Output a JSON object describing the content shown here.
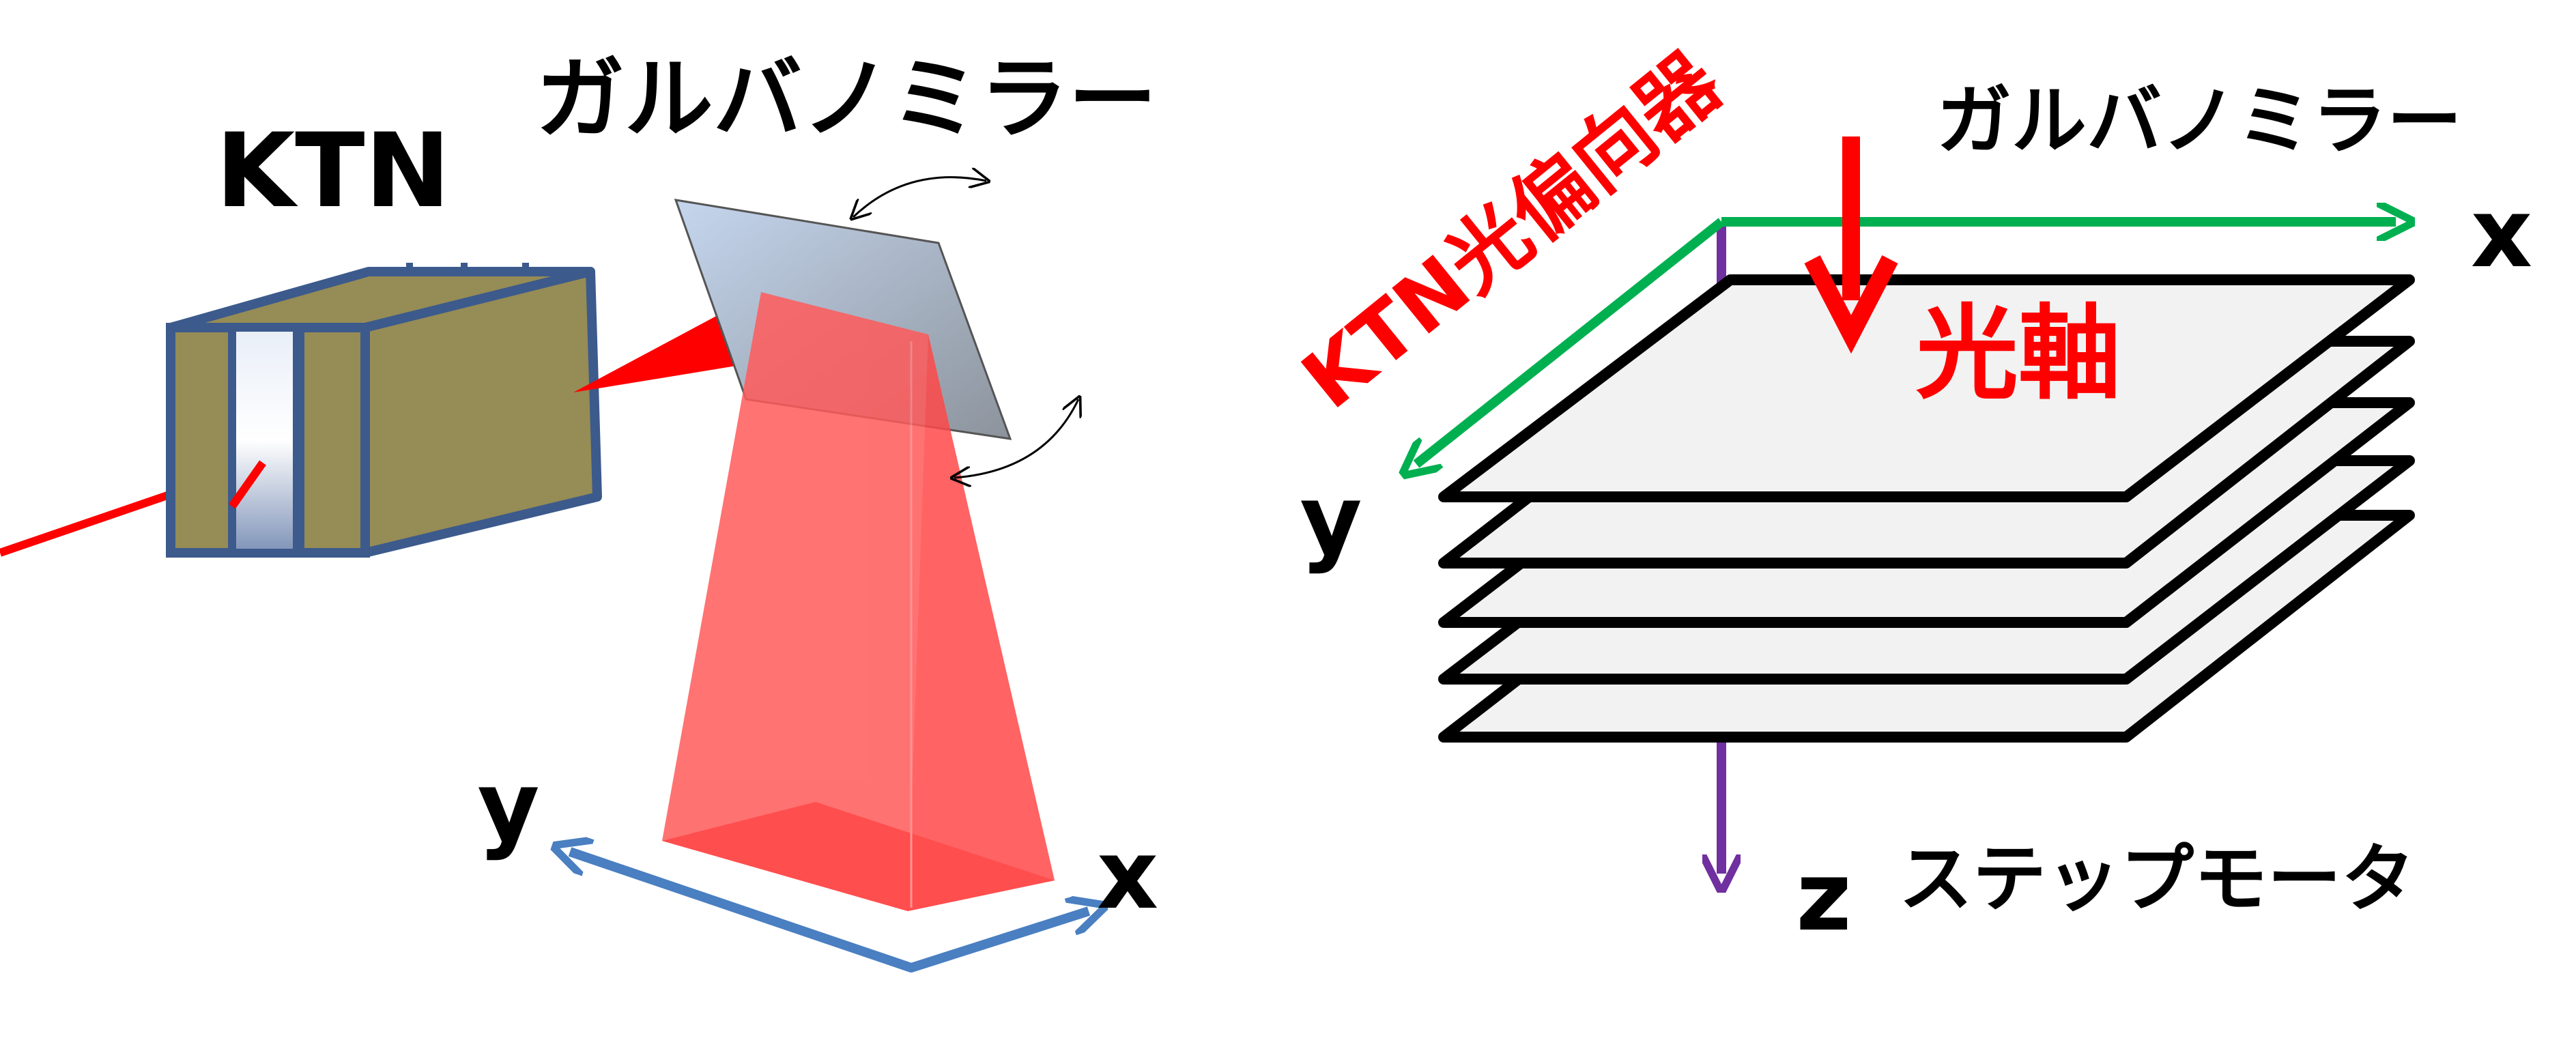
{
  "left_panel": {
    "ktn_label": "KTN",
    "galvano_label": "ガルバノミラー",
    "axis_x": "x",
    "axis_y": "y"
  },
  "right_panel": {
    "galvano_label": "ガルバノミラー",
    "ktn_deflector_label": "KTN光偏向器",
    "optical_axis_label": "光軸",
    "axis_x": "x",
    "axis_y": "y",
    "axis_z": "z",
    "stepper_label": "ステップモータ"
  },
  "colors": {
    "laser": "#ff0000",
    "beam_fill": "#ff5a5a",
    "crystal_fill": "#968c55",
    "crystal_edge": "#3c5a8c",
    "axis_blue": "#4a7fc1",
    "axis_green": "#00b050",
    "axis_purple": "#7030a0",
    "plate_fill": "#f2f2f2",
    "label_red": "#ff0000"
  }
}
